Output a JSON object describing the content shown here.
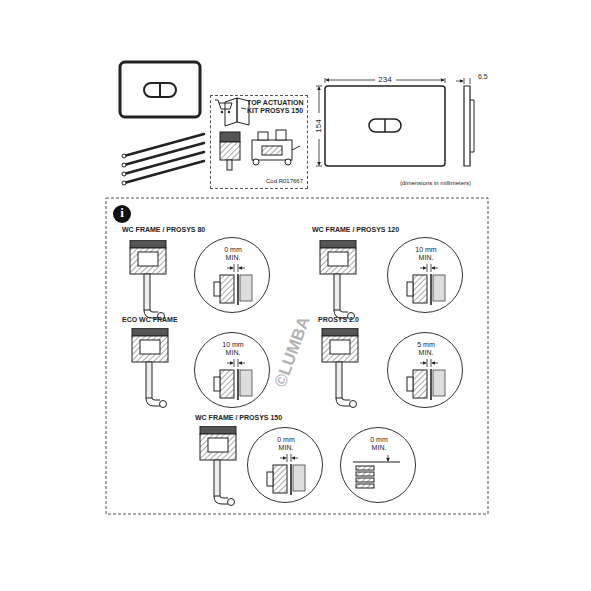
{
  "diagram": {
    "nodes": [
      {
        "text": [
          "TOP ACTUATION KIT PROSYS 150",
          "Cod.R017667"
        ]
      },
      {
        "text": [
          "i"
        ]
      },
      {
        "text": [
          "0 mm MIN."
        ]
      },
      {
        "text": [
          "10 mm MIN."
        ]
      },
      {
        "text": [
          "10 mm MIN."
        ]
      },
      {
        "text": [
          "5 mm MIN."
        ]
      },
      {
        "text": [
          "0 mm MIN."
        ]
      },
      {
        "text": [
          "0 mm MIN."
        ]
      }
    ],
    "labels": [
      "234",
      "154",
      "6.5",
      "(dimensions in millimeters)",
      "WC FRAME / PROSYS 80",
      "WC FRAME / PROSYS 120",
      "ECO WC FRAME",
      "PROSYS 2.0",
      "WC FRAME / PROSYS 150",
      "©LUMBA"
    ]
  }
}
